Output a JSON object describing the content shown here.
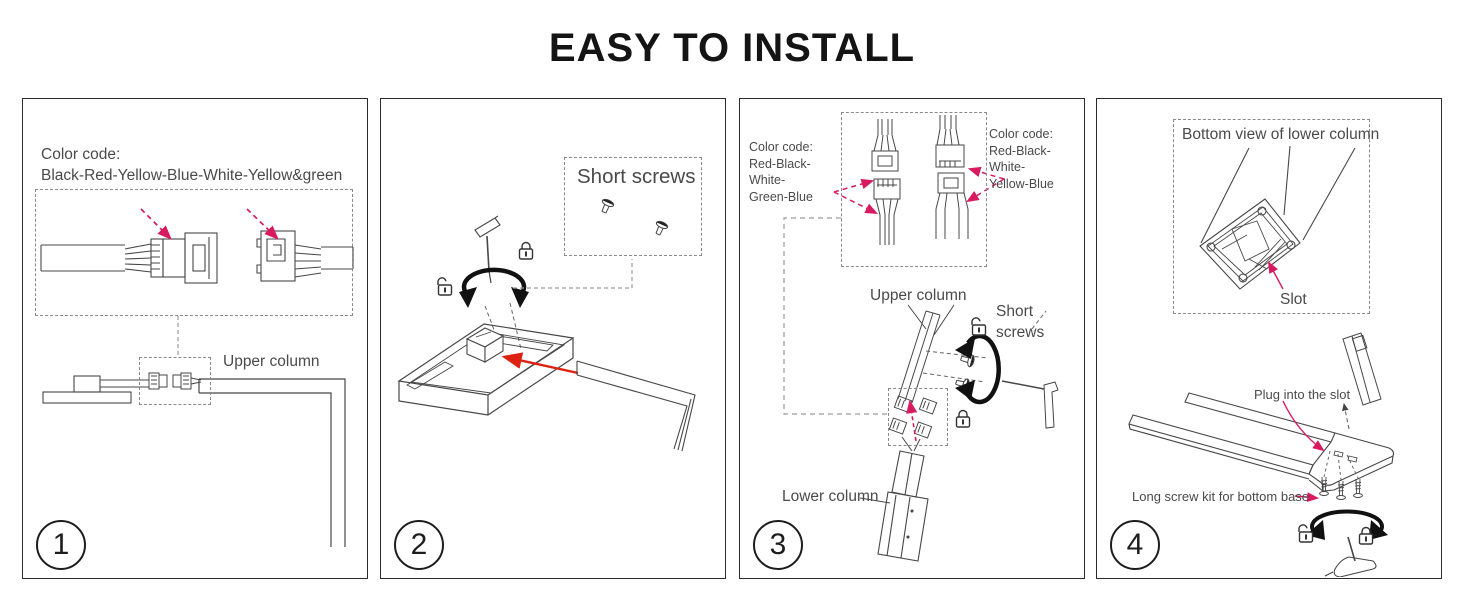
{
  "title": "EASY TO INSTALL",
  "colors": {
    "accent_pink": "#d81b60",
    "accent_red": "#dd2211",
    "line": "#474747",
    "text": "#4a4a4a"
  },
  "panels": [
    {
      "number": "1",
      "color_code": {
        "label": "Color code:",
        "value": "Black-Red-Yellow-Blue-White-Yellow&green"
      },
      "labels": {
        "upper_column": "Upper column"
      }
    },
    {
      "number": "2",
      "labels": {
        "short_screws": "Short screws"
      }
    },
    {
      "number": "3",
      "color_code_left": {
        "label": "Color code:",
        "value_line1": "Red-Black-White-",
        "value_line2": "Green-Blue"
      },
      "color_code_right": {
        "label": "Color code:",
        "value_line1": "Red-Black-White-",
        "value_line2": "Yellow-Blue"
      },
      "labels": {
        "upper_column": "Upper column",
        "short_screws": "Short screws",
        "lower_column": "Lower column"
      }
    },
    {
      "number": "4",
      "labels": {
        "bottom_view": "Bottom view of lower column",
        "slot": "Slot",
        "plug": "Plug into the slot",
        "long_screws": "Long screw kit for bottom base"
      }
    }
  ]
}
